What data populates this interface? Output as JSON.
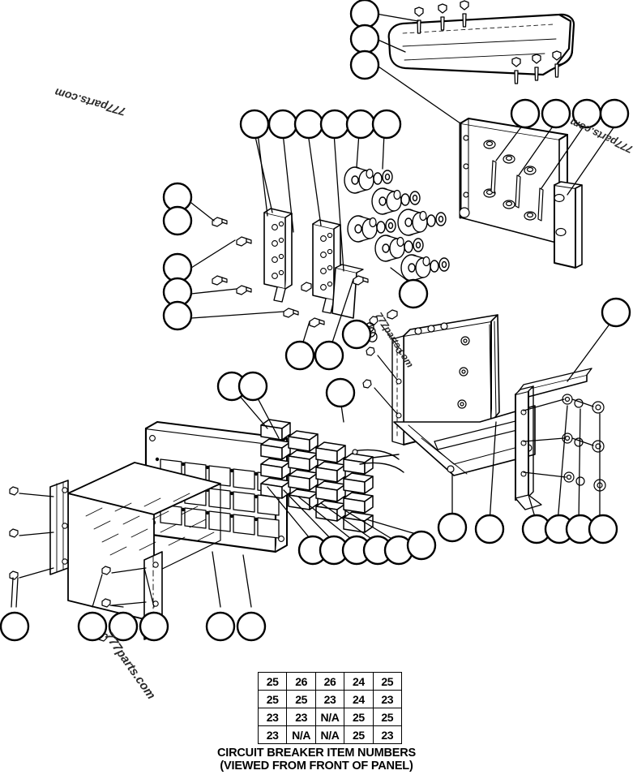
{
  "document": {
    "type": "exploded-parts-diagram",
    "caption_line1": "CIRCUIT BREAKER ITEM NUMBERS",
    "caption_line2": "(VIEWED FROM FRONT OF PANEL)"
  },
  "watermarks": {
    "top_left": "777parts.com",
    "top_right": "777parts.com",
    "middle": "777parts.com",
    "bottom_left": "777parts.com"
  },
  "breaker_table": {
    "rows": 4,
    "columns": 5,
    "cells": [
      [
        "25",
        "26",
        "26",
        "24",
        "25"
      ],
      [
        "25",
        "25",
        "23",
        "24",
        "23"
      ],
      [
        "23",
        "23",
        "N/A",
        "25",
        "25"
      ],
      [
        "23",
        "N/A",
        "N/A",
        "25",
        "23"
      ]
    ]
  },
  "callouts": {
    "description": "Unnumbered leader balloons pointing at assembly parts",
    "labels": [
      "",
      "",
      "",
      "",
      "",
      "",
      "",
      "",
      "",
      "",
      "",
      "",
      "",
      "",
      "",
      "",
      "",
      "",
      "",
      "",
      "",
      "",
      "",
      "",
      "",
      "",
      "",
      "",
      "",
      "",
      "",
      "",
      "",
      "",
      "",
      "",
      "",
      ""
    ]
  },
  "parts": {
    "top_tray": "mounting tray panel",
    "upper_bracket": "vertical mounting bracket with studs",
    "connector_block": "bulkhead connectors with washers and nuts",
    "breaker_panel": "circuit breaker face panel",
    "breaker_stack": "circuit breaker modules",
    "shield_box": "hatched shield enclosure",
    "side_brackets": "angle support brackets",
    "fasteners": "bolts, washers and nuts"
  }
}
